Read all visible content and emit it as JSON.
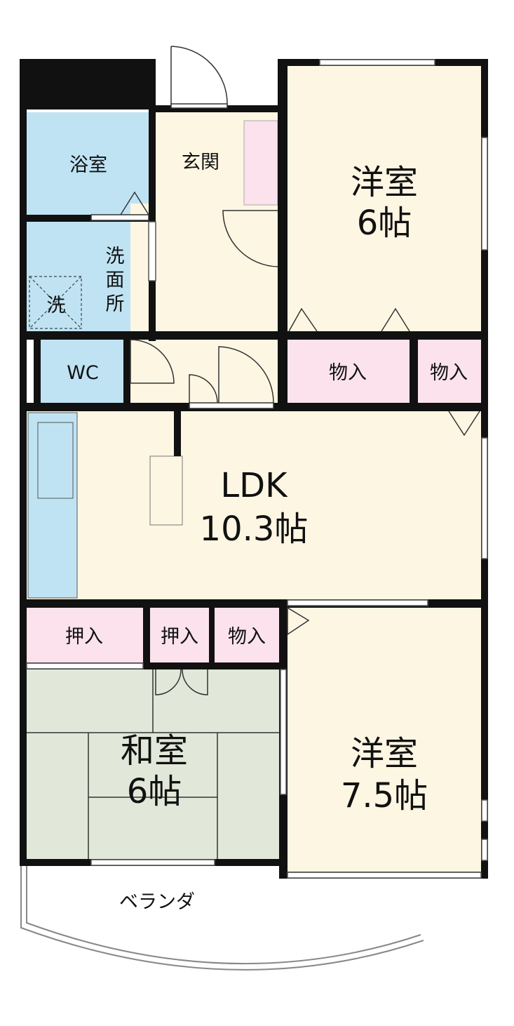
{
  "colors": {
    "wall": "#111111",
    "western": "#fdf6e3",
    "ldk": "#fdf6e3",
    "water": "#bfe3f3",
    "storage": "#fbe2ec",
    "japanese": "#e2e8d9",
    "entrance": "#fdf6e3"
  },
  "rooms": {
    "bath": "浴室",
    "entrance": "玄関",
    "washroom": "洗面所",
    "washer": "洗",
    "wc": "WC",
    "western1": {
      "name": "洋室",
      "size": "6帖"
    },
    "closet_w1a": "物入",
    "closet_w1b": "物入",
    "ldk": {
      "name": "LDK",
      "size": "10.3帖"
    },
    "oshiire1": "押入",
    "oshiire2": "押入",
    "closet_ldk": "物入",
    "japanese": {
      "name": "和室",
      "size": "6帖"
    },
    "western2": {
      "name": "洋室",
      "size": "7.5帖"
    },
    "balcony": "ベランダ"
  }
}
